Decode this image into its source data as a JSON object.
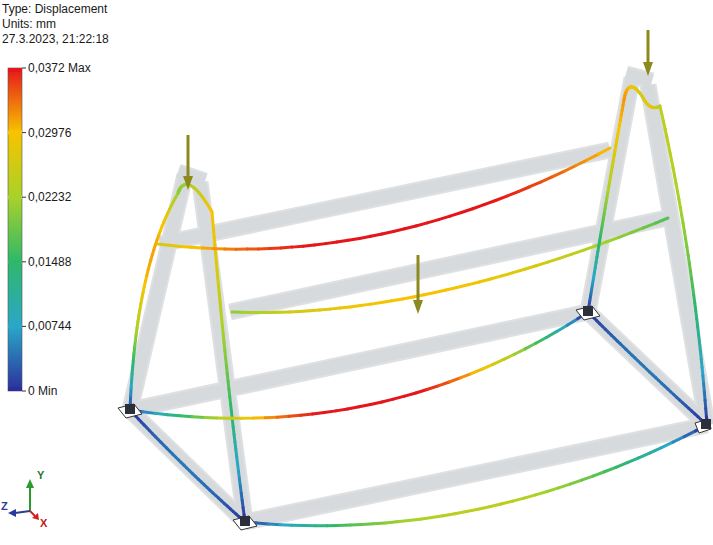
{
  "diagram": {
    "labels": [
      "Type: Displacement",
      "Units: mm",
      "27.3.2023, 21:22:18",
      "Y",
      "Z",
      "X"
    ],
    "legend": [
      {
        "text": "0,0372 Max",
        "color": "#e5161b"
      },
      {
        "text": "0,02976",
        "color": "#f8c300"
      },
      {
        "text": "0,02232",
        "color": "#a8d22a"
      },
      {
        "text": "0,01488",
        "color": "#2fb86a"
      },
      {
        "text": "0,00744",
        "color": "#2aa7c8"
      },
      {
        "text": "0 Min",
        "color": "#2b2f9c"
      }
    ]
  }
}
